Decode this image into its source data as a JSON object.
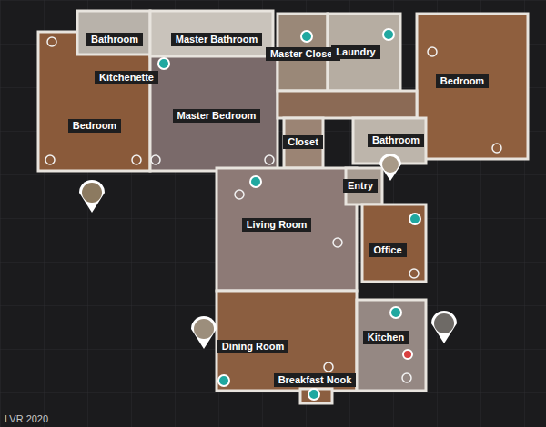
{
  "diagram": {
    "nodes": [
      {
        "text": [
          "Bathroom"
        ]
      },
      {
        "text": [
          "Master Bathroom"
        ]
      },
      {
        "text": [
          "Master Closet"
        ]
      },
      {
        "text": [
          "Laundry"
        ]
      },
      {
        "text": [
          "Kitchenette"
        ]
      },
      {
        "text": [
          "Bedroom"
        ]
      },
      {
        "text": [
          "Bedroom"
        ]
      },
      {
        "text": [
          "Master Bedroom"
        ]
      },
      {
        "text": [
          "Closet"
        ]
      },
      {
        "text": [
          "Bathroom"
        ]
      },
      {
        "text": [
          "Entry"
        ]
      },
      {
        "text": [
          "Living Room"
        ]
      },
      {
        "text": [
          "Office"
        ]
      },
      {
        "text": [
          "Kitchen"
        ]
      },
      {
        "text": [
          "Dining Room"
        ]
      },
      {
        "text": [
          "Breakfast Nook"
        ]
      }
    ],
    "edges": [],
    "labels": [
      "LVR 2020"
    ]
  }
}
